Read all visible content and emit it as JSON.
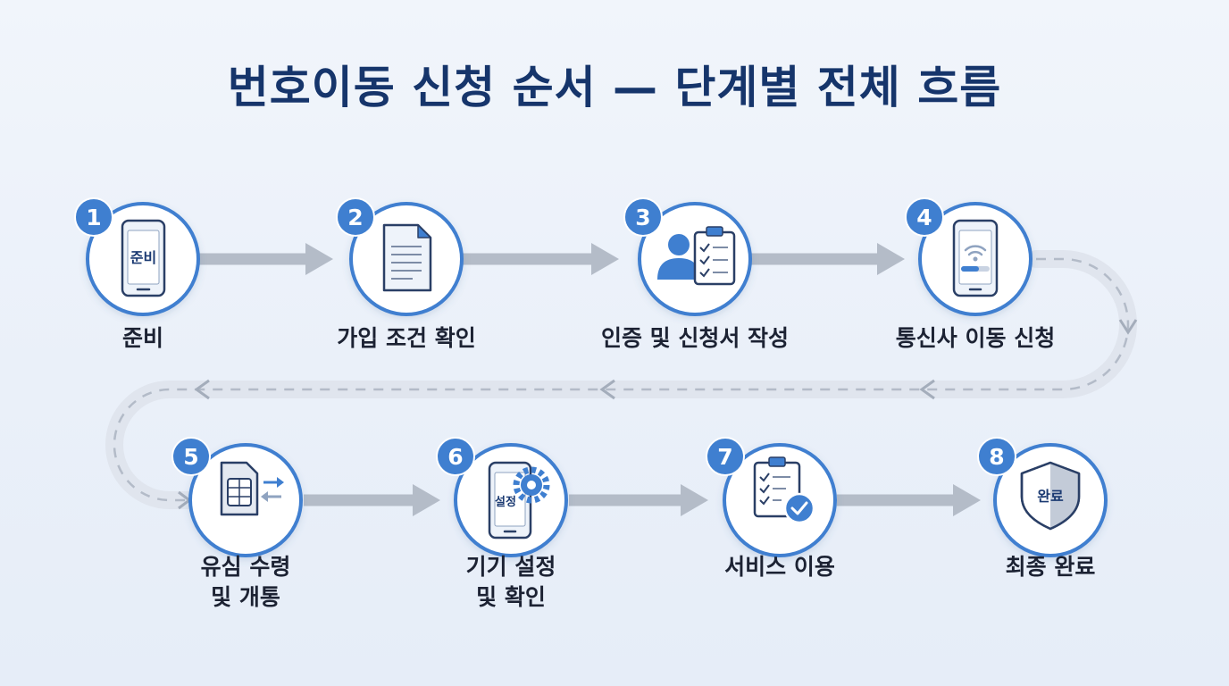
{
  "title": "번호이동 신청 순서 — 단계별 전체 흐름",
  "colors": {
    "accent": "#3f7fd0",
    "title": "#16356b",
    "arrow": "#b4bcc8",
    "icon_stroke": "#2a3f66"
  },
  "steps": [
    {
      "number": "1",
      "label": [
        "준비"
      ],
      "icon": "phone-icon",
      "icon_text": "준비"
    },
    {
      "number": "2",
      "label": [
        "가입 조건 확인"
      ],
      "icon": "document-icon"
    },
    {
      "number": "3",
      "label": [
        "인증 및 신청서 작성"
      ],
      "icon": "person-clipboard-icon"
    },
    {
      "number": "4",
      "label": [
        "통신사 이동 신청"
      ],
      "icon": "phone-wifi-icon"
    },
    {
      "number": "5",
      "label": [
        "유심 수령",
        "및 개통"
      ],
      "icon": "sim-card-icon"
    },
    {
      "number": "6",
      "label": [
        "기기 설정",
        "및 확인"
      ],
      "icon": "phone-gear-icon",
      "icon_text": "설정"
    },
    {
      "number": "7",
      "label": [
        "서비스 이용"
      ],
      "icon": "clipboard-check-icon"
    },
    {
      "number": "8",
      "label": [
        "최종 완료"
      ],
      "icon": "shield-icon",
      "icon_text": "완료"
    }
  ]
}
